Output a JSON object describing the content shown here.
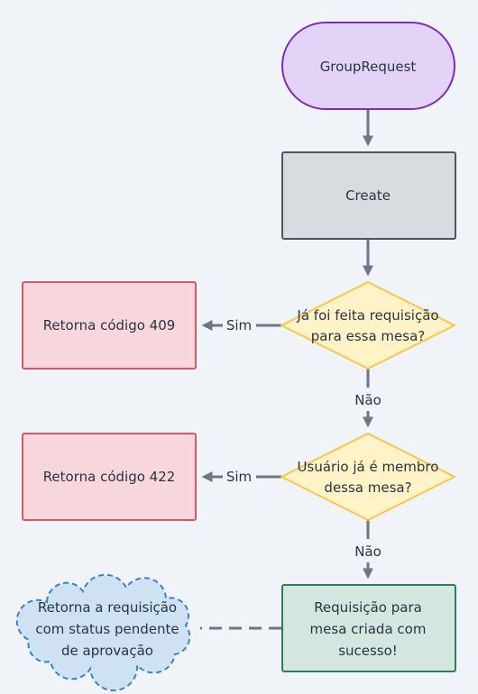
{
  "nodes": {
    "start": {
      "lines": [
        "GroupRequest"
      ]
    },
    "create": {
      "lines": [
        "Create"
      ]
    },
    "decision1": {
      "lines": [
        "Já foi feita requisição",
        "para essa mesa?"
      ]
    },
    "error409": {
      "lines": [
        "Retorna código 409"
      ]
    },
    "decision2": {
      "lines": [
        "Usuário já é membro",
        "dessa mesa?"
      ]
    },
    "error422": {
      "lines": [
        "Retorna código 422"
      ]
    },
    "success": {
      "lines": [
        "Requisição para",
        "mesa criada com",
        "sucesso!"
      ]
    },
    "note": {
      "lines": [
        "Retorna a requisição",
        "com status pendente",
        "de aprovação"
      ]
    }
  },
  "edges": {
    "yes1": "Sim",
    "no1": "Não",
    "yes2": "Sim",
    "no2": "Não"
  },
  "colors": {
    "background": "#f0f3f7",
    "start_fill": "#e3d4f7",
    "start_stroke": "#7b2fb8",
    "process_fill": "#d8dbdf",
    "process_stroke": "#4b5563",
    "decision_fill": "#fff3c7",
    "decision_stroke": "#f2c94c",
    "error_fill": "#f8d7dc",
    "error_stroke": "#d05a6a",
    "success_fill": "#d3e6e0",
    "success_stroke": "#2e7d5b",
    "note_fill": "#cfe2f3",
    "note_stroke": "#3b82c4",
    "arrow": "#6b7785"
  }
}
